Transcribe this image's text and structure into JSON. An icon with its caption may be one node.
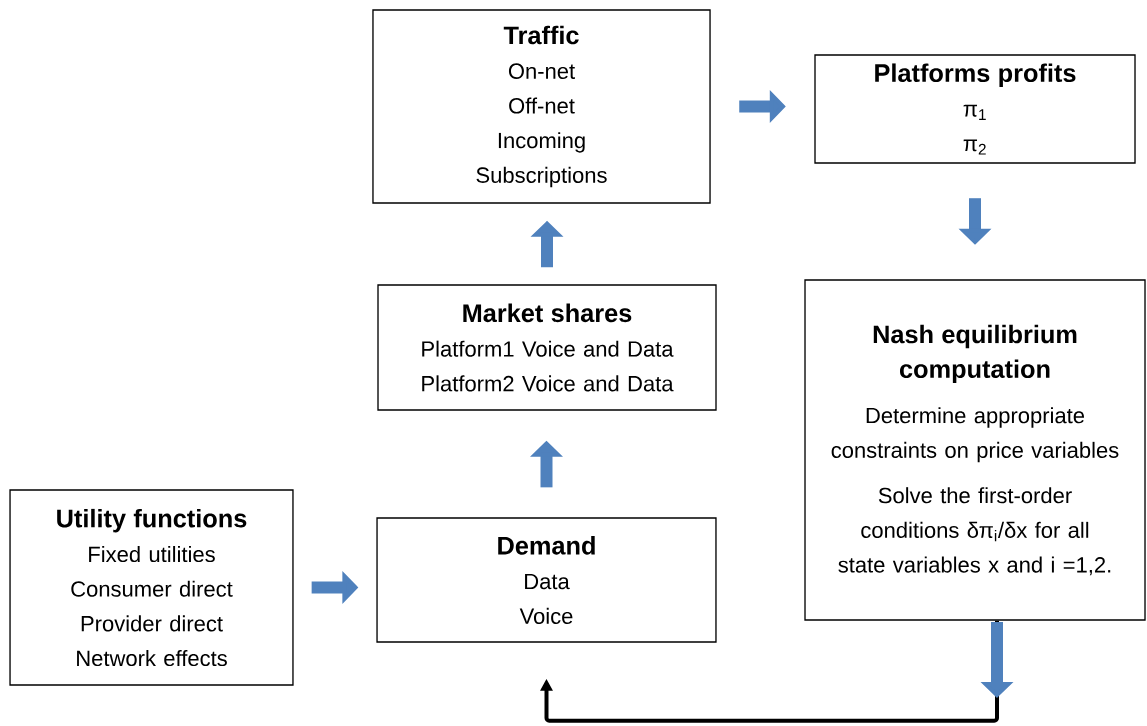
{
  "diagram": {
    "nodes": [
      {
        "text": [
          "Traffic",
          "On-net",
          "Off-net",
          "Incoming",
          "Subscriptions"
        ]
      },
      {
        "text": [
          "Platforms profits",
          "π$_{1}$",
          "π$_{2}$"
        ]
      },
      {
        "text": [
          "Market shares",
          "Platform1 Voice and Data",
          "Platform2 Voice and Data"
        ]
      },
      {
        "text": [
          "Nash equilibrium computation",
          "Determine appropriate constraints on price variables",
          "Solve the first-order conditions δπ$_{i}$/δx for all state variables x and i =1,2."
        ]
      },
      {
        "text": [
          "Utility functions",
          "Fixed utilities",
          "Consumer direct",
          "Provider direct",
          "Network effects"
        ]
      },
      {
        "text": [
          "Demand",
          "Data",
          "Voice"
        ]
      }
    ],
    "edges": [
      {
        "from": 4,
        "to": 5,
        "arrow": "to"
      },
      {
        "from": 5,
        "to": 2,
        "arrow": "to"
      },
      {
        "from": 2,
        "to": 0,
        "arrow": "to"
      },
      {
        "from": 0,
        "to": 1,
        "arrow": "to"
      },
      {
        "from": 1,
        "to": 3,
        "arrow": "to"
      },
      {
        "from": 3,
        "to": 5,
        "arrow": "to",
        "color": "#000000"
      }
    ]
  }
}
